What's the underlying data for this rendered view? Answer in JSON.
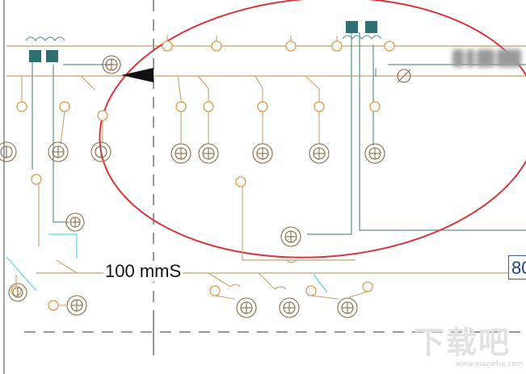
{
  "drawing": {
    "dimension_label": "100 mmS",
    "edge_number": "80"
  },
  "colors": {
    "wire": "#c8a06a",
    "node": "#e29a48",
    "terminal": "#8a6a44",
    "feeder": "#5f8f8f",
    "cyan_link": "#54d4ec",
    "breaker": "#2f6f6f",
    "highlight_ellipse": "#d7343a",
    "grid_dash": "#333333"
  },
  "icons": {
    "pointer": "arrow-pointer-icon",
    "terminal": "terminal-symbol-icon",
    "breaker": "breaker-block-icon"
  },
  "watermark": {
    "title": "下载吧",
    "url": "www.xiazaiba.com"
  }
}
